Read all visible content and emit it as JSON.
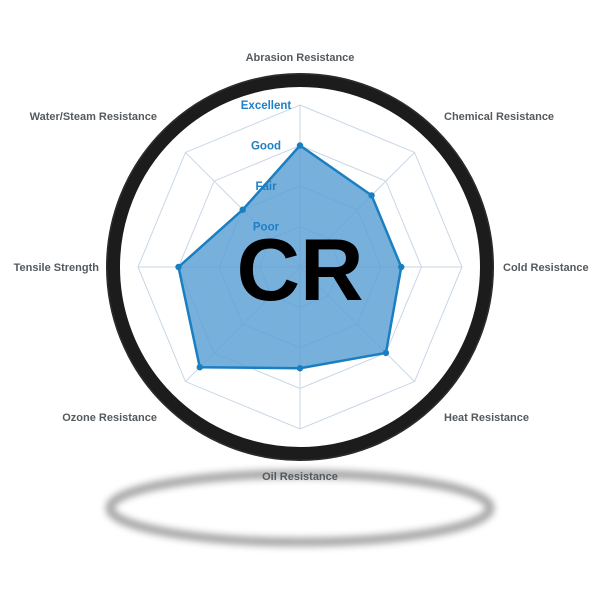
{
  "chart_data": {
    "type": "radar",
    "title": "",
    "overlay_text": "CR",
    "scale_labels": [
      "Poor",
      "Fair",
      "Good",
      "Excellent"
    ],
    "categories": [
      "Abrasion Resistance",
      "Chemical Resistance",
      "Cold Resistance",
      "Heat Resistance",
      "Oil Resistance",
      "Ozone Resistance",
      "Tensile Strength",
      "Water/Steam Resistance"
    ],
    "rlim": [
      0,
      4
    ],
    "grid": true,
    "series": [
      {
        "values": [
          3,
          2.5,
          2.5,
          3,
          2.5,
          3.5,
          3,
          2
        ]
      }
    ],
    "colors": {
      "fill": "#5a9fd4",
      "stroke": "#1a7fc1",
      "grid": "#c9d6e6",
      "ring": "#1c1c1c",
      "axis_label": "#555a5e",
      "scale_label": "#1f7fc4"
    }
  }
}
